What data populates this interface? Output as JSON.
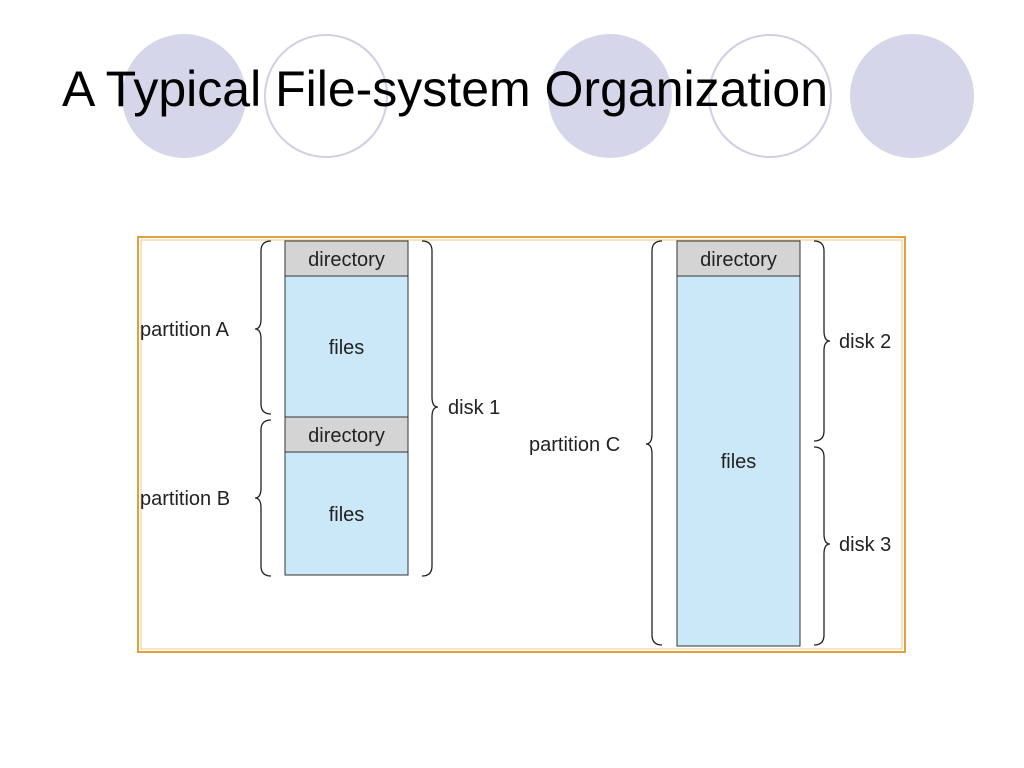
{
  "slide": {
    "title": "A Typical File-system Organization"
  },
  "colors": {
    "frame_border": "#e0a040",
    "directory_fill": "#d4d4d4",
    "files_fill": "#cbe8f8",
    "deco_filled": "#d6d6ea",
    "deco_ring": "#cfcfe6"
  },
  "diagram": {
    "disk1_stack": {
      "partition_a": {
        "label": "partition A",
        "directory": "directory",
        "files": "files"
      },
      "partition_b": {
        "label": "partition B",
        "directory": "directory",
        "files": "files"
      },
      "disk_label": "disk 1"
    },
    "disk23_stack": {
      "partition_c": {
        "label": "partition C",
        "directory": "directory",
        "files": "files"
      },
      "disk2_label": "disk 2",
      "disk3_label": "disk 3"
    }
  }
}
